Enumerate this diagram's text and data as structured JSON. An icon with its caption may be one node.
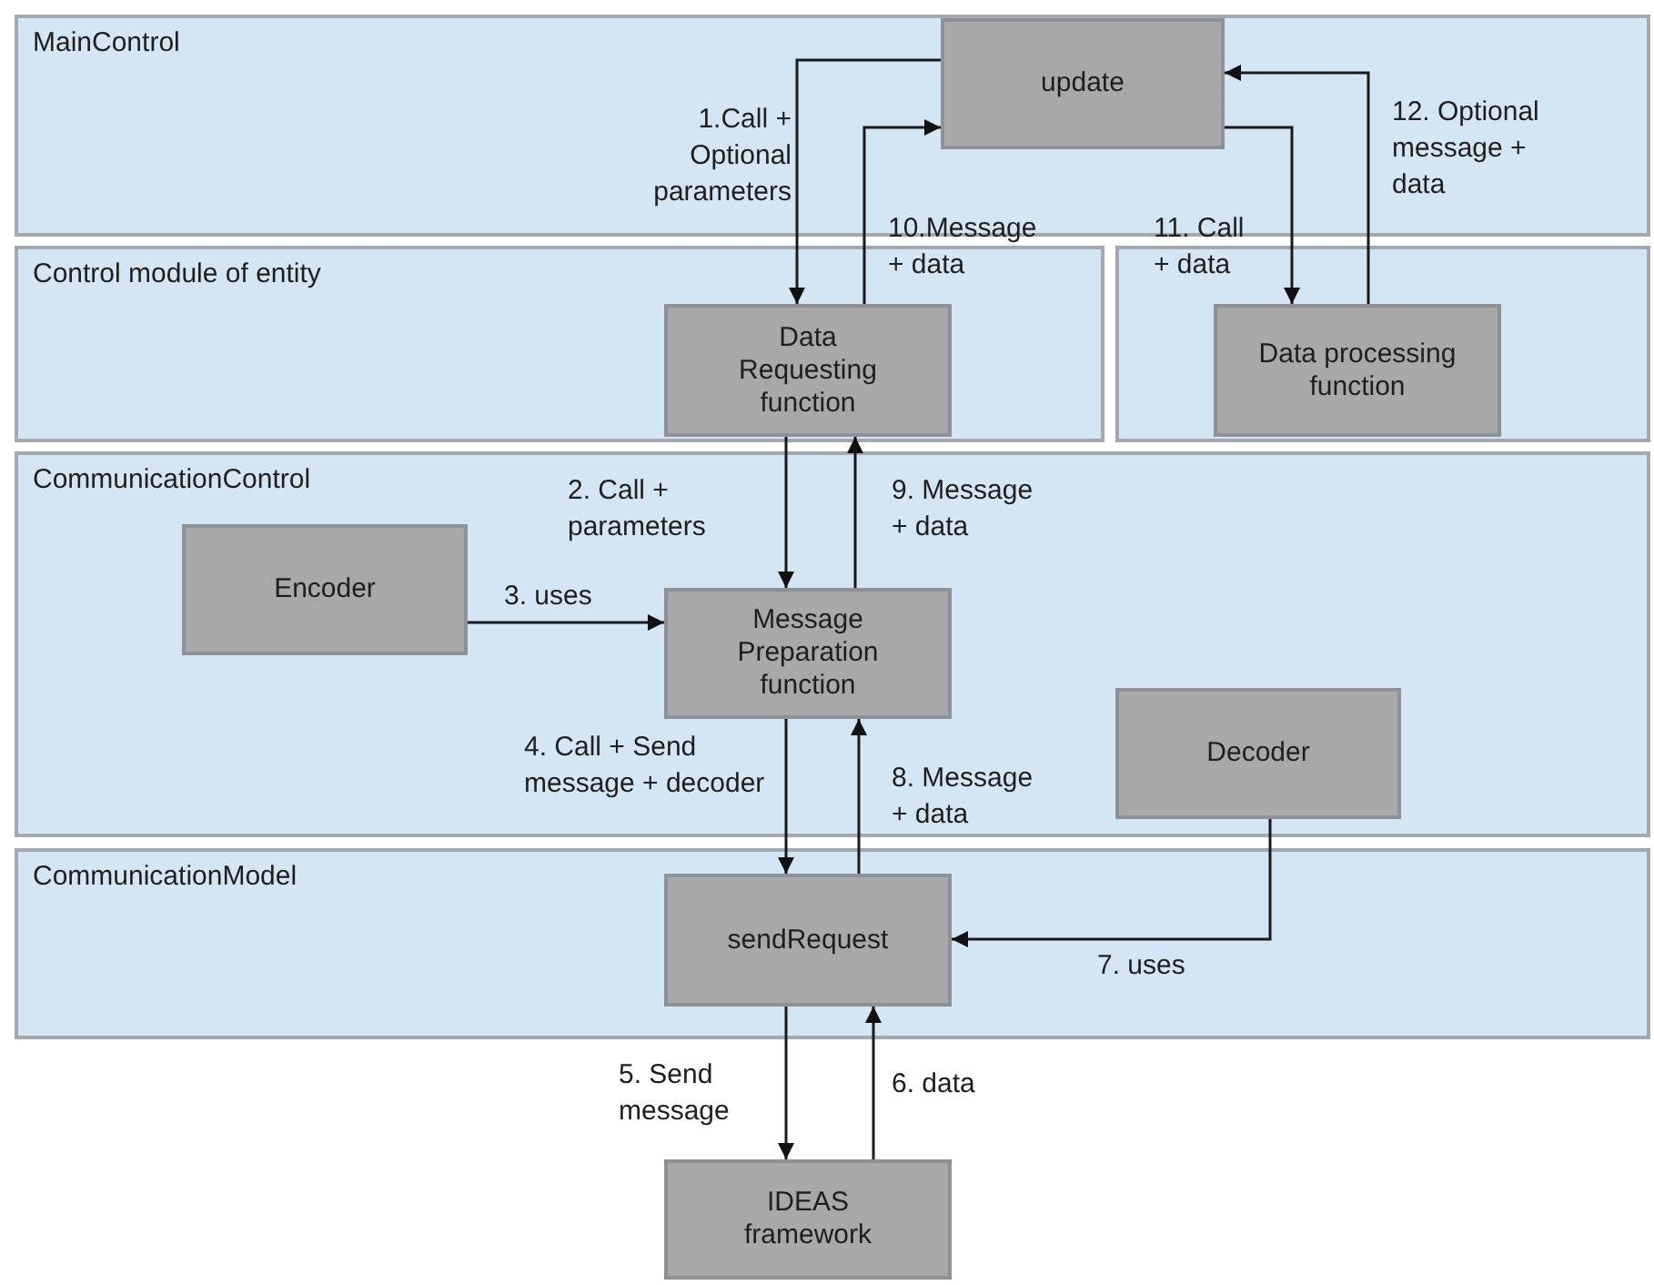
{
  "diagram": {
    "nodes": [
      {
        "text": [
          "MainControl"
        ]
      },
      {
        "text": [
          "update"
        ],
        "in": 0
      },
      {
        "text": [
          "Control module of entity"
        ]
      },
      {
        "text": [
          "Data Requesting function"
        ],
        "in": 2
      },
      {
        "text": [],
        "shape": "box"
      },
      {
        "text": [
          "Data processing function"
        ],
        "in": 4
      },
      {
        "text": [
          "CommunicationControl"
        ]
      },
      {
        "text": [
          "Encoder"
        ],
        "in": 6
      },
      {
        "text": [
          "Message Preparation function"
        ],
        "in": 6
      },
      {
        "text": [
          "Decoder"
        ],
        "in": 6
      },
      {
        "text": [
          "CommunicationModel"
        ]
      },
      {
        "text": [
          "sendRequest"
        ],
        "in": 10
      },
      {
        "text": [
          "IDEAS framework"
        ]
      }
    ],
    "edges": [
      {
        "from": 1,
        "to": 3,
        "arrow": "to",
        "label": "1.Call + Optional parameters"
      },
      {
        "from": 3,
        "to": 1,
        "arrow": "to",
        "label": "10.Message + data"
      },
      {
        "from": 1,
        "to": 5,
        "arrow": "to",
        "label": "11. Call + data"
      },
      {
        "from": 5,
        "to": 1,
        "arrow": "to",
        "label": "12. Optional message + data"
      },
      {
        "from": 3,
        "to": 8,
        "arrow": "to",
        "label": "2. Call + parameters"
      },
      {
        "from": 8,
        "to": 3,
        "arrow": "to",
        "label": "9. Message + data"
      },
      {
        "from": 7,
        "to": 8,
        "arrow": "to",
        "label": "3. uses"
      },
      {
        "from": 8,
        "to": 11,
        "arrow": "to",
        "label": "4. Call + Send message + decoder"
      },
      {
        "from": 11,
        "to": 8,
        "arrow": "to",
        "label": "8. Message + data"
      },
      {
        "from": 9,
        "to": 11,
        "arrow": "to",
        "label": "7. uses"
      },
      {
        "from": 11,
        "to": 12,
        "arrow": "to",
        "label": "5. Send message"
      },
      {
        "from": 12,
        "to": 11,
        "arrow": "to",
        "label": "6. data"
      }
    ]
  }
}
